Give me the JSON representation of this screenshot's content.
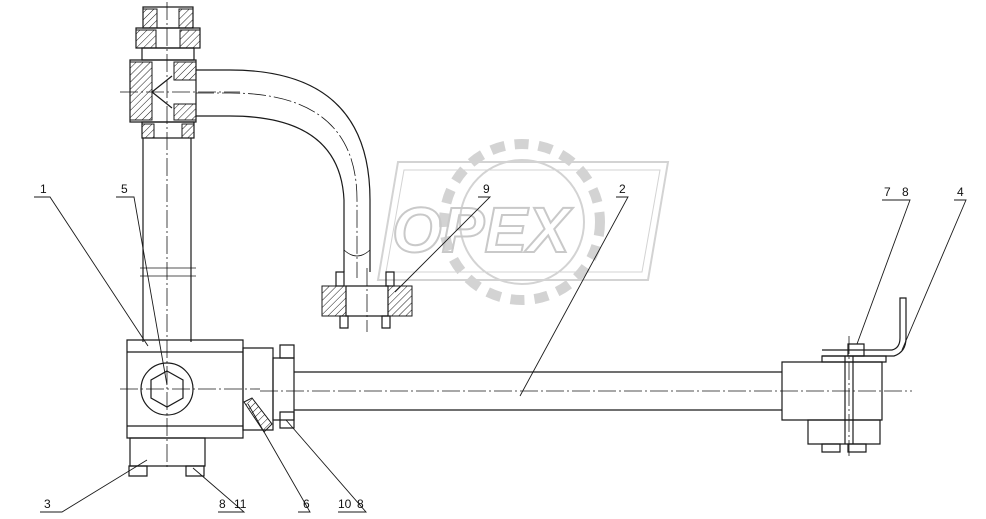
{
  "watermark": {
    "text": "OPEX"
  },
  "callouts": {
    "c1": "1",
    "c2": "2",
    "c3": "3",
    "c4": "4",
    "c5": "5",
    "c6": "6",
    "c7_8a": "7",
    "c7_8b": "8",
    "c8_11a": "8",
    "c8_11b": "11",
    "c9": "9",
    "c10_8a": "10",
    "c10_8b": "8"
  }
}
